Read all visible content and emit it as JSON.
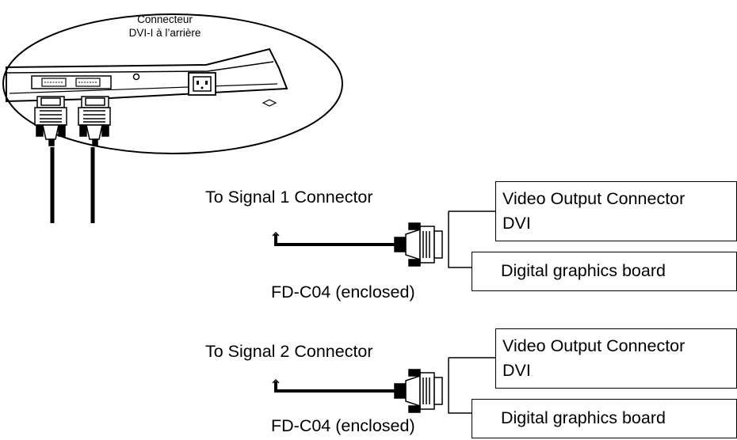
{
  "rear_connector_label": {
    "line1": "Connecteur",
    "line2": "DVI-I à l’arrière"
  },
  "connections": [
    {
      "signal_label": "To Signal 1 Connector",
      "cable_label": "FD-C04 (enclosed)",
      "output_box": {
        "line1": "Video Output Connector",
        "line2": "DVI"
      },
      "board_box": "Digital graphics board"
    },
    {
      "signal_label": "To Signal 2 Connector",
      "cable_label": "FD-C04 (enclosed)",
      "output_box": {
        "line1": "Video Output Connector",
        "line2": "DVI"
      },
      "board_box": "Digital graphics board"
    }
  ]
}
